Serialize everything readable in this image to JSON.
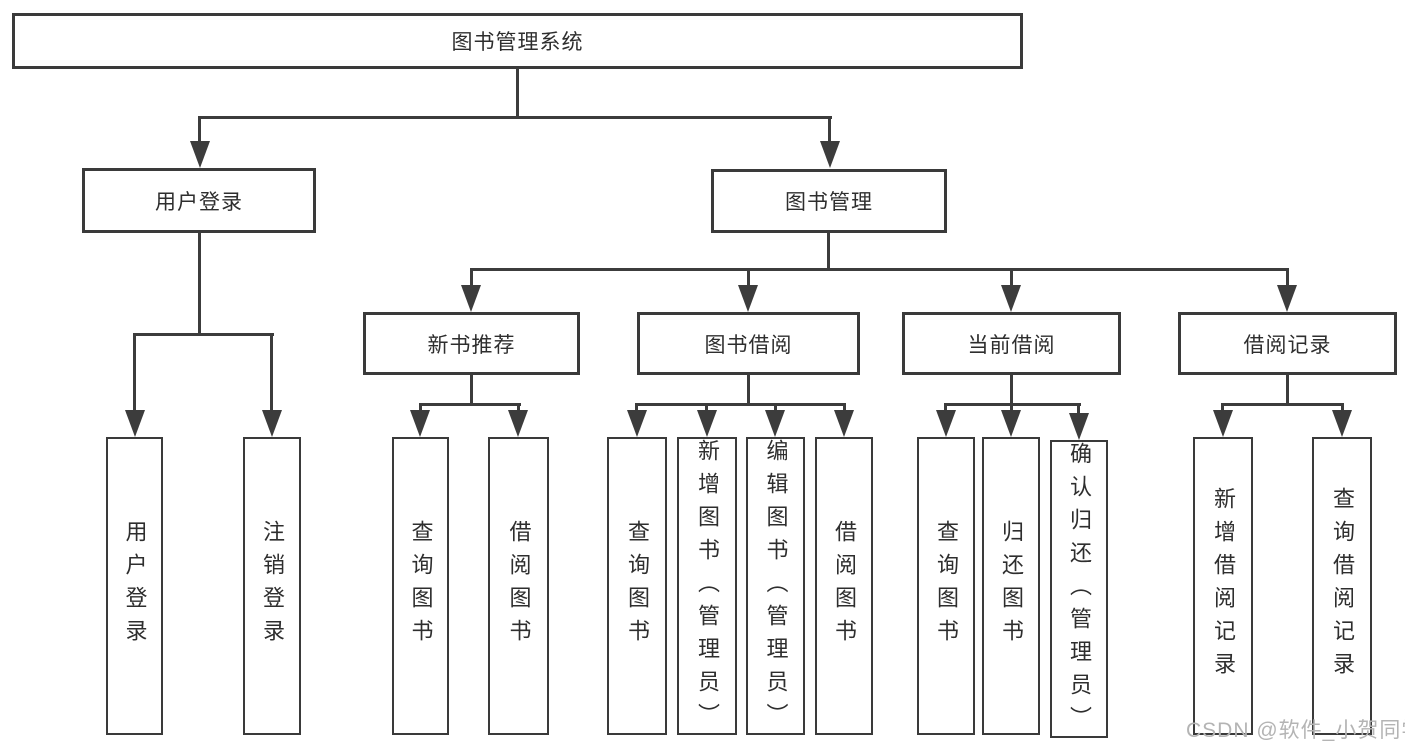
{
  "diagram": {
    "title_note": "functional structure tree",
    "root": {
      "label": "图书管理系统"
    },
    "user_login": {
      "label": "用户登录",
      "children": [
        {
          "label": "用户登录"
        },
        {
          "label": "注销登录"
        }
      ]
    },
    "book_management": {
      "label": "图书管理",
      "children": [
        {
          "label": "新书推荐",
          "children": [
            {
              "label": "查询图书"
            },
            {
              "label": "借阅图书"
            }
          ]
        },
        {
          "label": "图书借阅",
          "children": [
            {
              "label": "查询图书"
            },
            {
              "label": "新增图书（管理员）"
            },
            {
              "label": "编辑图书（管理员）"
            },
            {
              "label": "借阅图书"
            }
          ]
        },
        {
          "label": "当前借阅",
          "children": [
            {
              "label": "查询图书"
            },
            {
              "label": "归还图书"
            },
            {
              "label": "确认归还（管理员）"
            }
          ]
        },
        {
          "label": "借阅记录",
          "children": [
            {
              "label": "新增借阅记录"
            },
            {
              "label": "查询借阅记录"
            }
          ]
        }
      ]
    }
  },
  "watermark": {
    "text": "CSDN @软件_小贺同学"
  },
  "colors": {
    "line": "#3c3c3c",
    "box_border": "#3a3a3a",
    "text": "#2e2e2e",
    "watermark": "#b4b4b4",
    "background": "#ffffff"
  }
}
